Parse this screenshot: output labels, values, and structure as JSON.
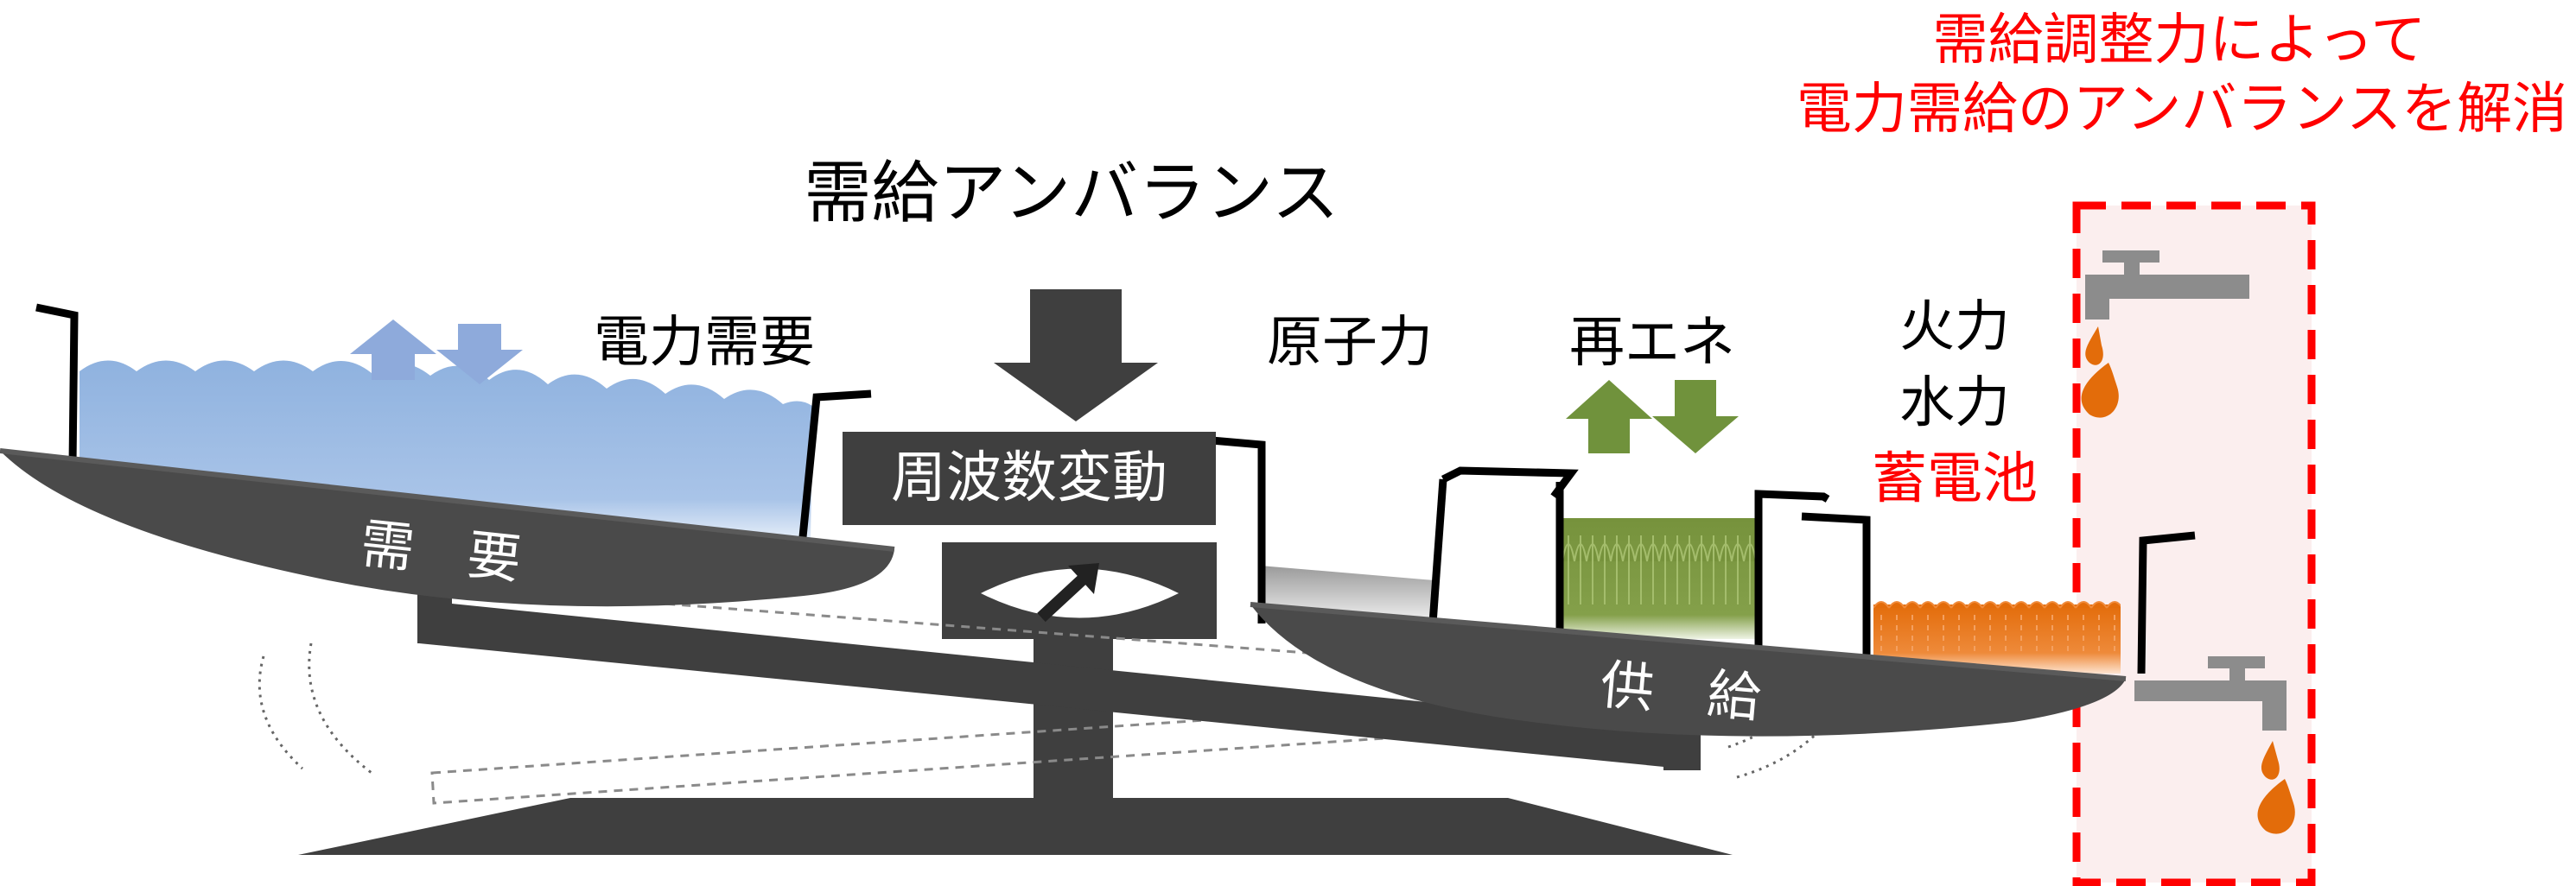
{
  "labels": {
    "imbalance_title": "需給アンバランス",
    "frequency_box": "周波数変動",
    "demand_label": "電力需要",
    "demand_pan": "需　要",
    "supply_pan": "供　給",
    "nuclear": "原子力",
    "renewable": "再エネ",
    "thermal": "火力",
    "hydro": "水力",
    "battery": "蓄電池",
    "annotation_line1": "需給調整力によって",
    "annotation_line2": "電力需給のアンバランスを解消"
  },
  "colors": {
    "beam_dark": "#3f3f3f",
    "pan_dark": "#4a4a4a",
    "demand_water": "#8fb2df",
    "renewable_green": "#76923c",
    "battery_orange": "#e36c0a",
    "nuclear_gray": "#a6a6a6",
    "accent_red": "#ff0000",
    "arrow_blue": "#8eaadb",
    "arrow_green": "#70923c",
    "faucet_gray": "#8c8c8c",
    "dashed_box_fill": "#fbeeee"
  },
  "icons": {
    "demand_arrows": "up-down-arrows",
    "renewable_arrows": "up-down-arrows",
    "meter": "frequency-gauge-icon",
    "faucet": "faucet-icon",
    "drop": "water-drop-icon"
  }
}
